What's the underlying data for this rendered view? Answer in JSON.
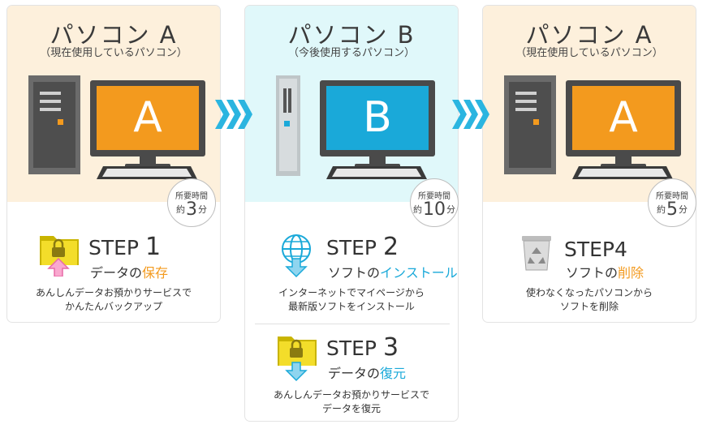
{
  "colors": {
    "orange_accent": "#f39a1e",
    "blue_accent": "#1aa9d9",
    "chevron": "#2bb5e0",
    "card_a_bg": "#fdf0dc",
    "card_b_bg": "#e0f8fa"
  },
  "cards": [
    {
      "title": "パソコン A",
      "subtitle": "（現在使用しているパソコン）",
      "screen_letter": "A",
      "badge": {
        "label": "所要時間",
        "prefix": "約",
        "number": "3",
        "unit": "分"
      },
      "steps": [
        {
          "icon": "folder-lock-upload-icon",
          "name_text": "STEP ",
          "name_num": "1",
          "action_plain": "データの",
          "action_accent": "保存",
          "desc_line1": "あんしんデータお預かりサービスで",
          "desc_line2": "かんたんバックアップ"
        }
      ]
    },
    {
      "title": "パソコン B",
      "subtitle": "（今後使用するパソコン）",
      "screen_letter": "B",
      "badge": {
        "label": "所要時間",
        "prefix": "約",
        "number": "10",
        "unit": "分"
      },
      "steps": [
        {
          "icon": "globe-download-icon",
          "name_text": "STEP ",
          "name_num": "2",
          "action_plain": "ソフトの",
          "action_accent": "インストール",
          "desc_line1": "インターネットでマイページから",
          "desc_line2": "最新版ソフトをインストール"
        },
        {
          "icon": "folder-lock-download-icon",
          "name_text": "STEP ",
          "name_num": "3",
          "action_plain": "データの",
          "action_accent": "復元",
          "desc_line1": "あんしんデータお預かりサービスで",
          "desc_line2": "データを復元"
        }
      ]
    },
    {
      "title": "パソコン A",
      "subtitle": "（現在使用しているパソコン）",
      "screen_letter": "A",
      "badge": {
        "label": "所要時間",
        "prefix": "約",
        "number": "5",
        "unit": "分"
      },
      "steps": [
        {
          "icon": "recycle-bin-icon",
          "name_text": "STEP4",
          "name_num": "",
          "action_plain": "ソフトの",
          "action_accent": "削除",
          "desc_line1": "使わなくなったパソコンから",
          "desc_line2": "ソフトを削除"
        }
      ]
    }
  ]
}
